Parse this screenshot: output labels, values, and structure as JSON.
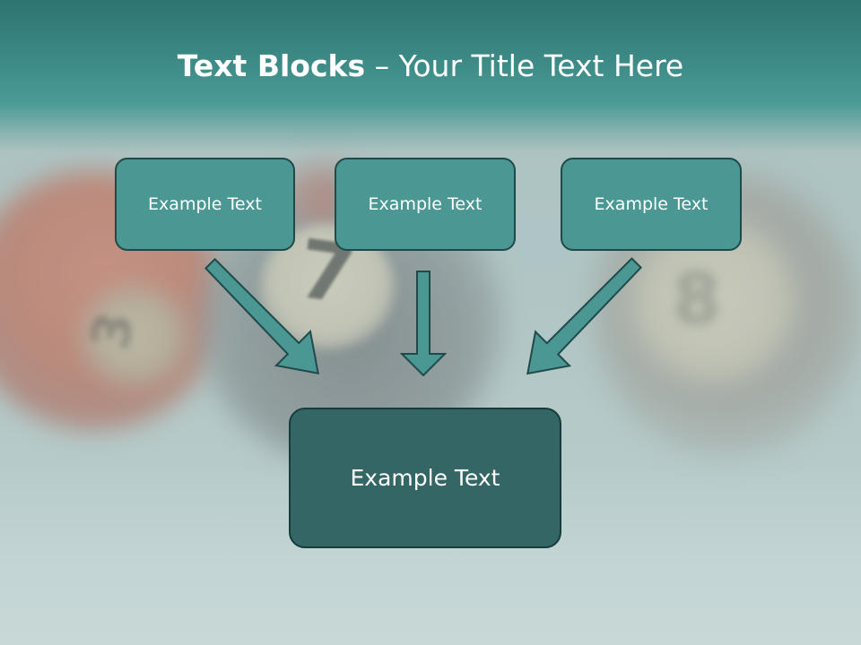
{
  "title": {
    "bold": "Text Blocks",
    "rest": " – Your Title Text Here"
  },
  "boxes": {
    "box1": "Example Text",
    "box2": "Example Text",
    "box3": "Example Text",
    "main": "Example Text"
  },
  "colors": {
    "box_fill": "#4b9793",
    "box_border": "#1f4a49",
    "main_fill": "#336665",
    "main_border": "#173b3a",
    "arrow_fill": "#4b9793",
    "arrow_stroke": "#1f4a49",
    "title_band": "#3a8783",
    "text": "#ffffff"
  },
  "background": {
    "ball_glyphs": [
      "7",
      "3",
      "8"
    ]
  }
}
